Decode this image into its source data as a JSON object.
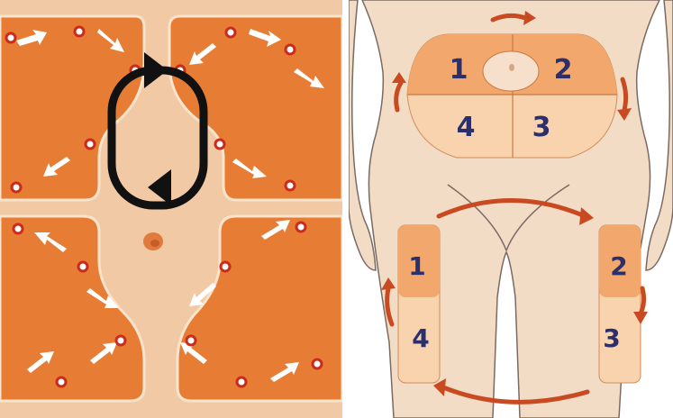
{
  "colors": {
    "orange": "#e77d35",
    "orange_light": "#f2b482",
    "orange_pale": "#f8d3ae",
    "skin": "#f3dcc6",
    "skin_outline": "#7b6a62",
    "arrow_red": "#c94a20",
    "number_color": "#2b2f6b",
    "dot_red": "#cc2a1a",
    "rotate_black": "#111111"
  },
  "icons": {
    "rotation": "rotate-cycle-icon",
    "flow_arrow": "arrow-icon",
    "site_dot": "injection-dot-icon"
  },
  "abdomen": {
    "quadrants": [
      {
        "label": "1"
      },
      {
        "label": "2"
      },
      {
        "label": "3"
      },
      {
        "label": "4"
      }
    ]
  },
  "left_thigh": {
    "zones": [
      {
        "label": "1"
      },
      {
        "label": "4"
      }
    ]
  },
  "right_thigh": {
    "zones": [
      {
        "label": "2"
      },
      {
        "label": "3"
      }
    ]
  }
}
